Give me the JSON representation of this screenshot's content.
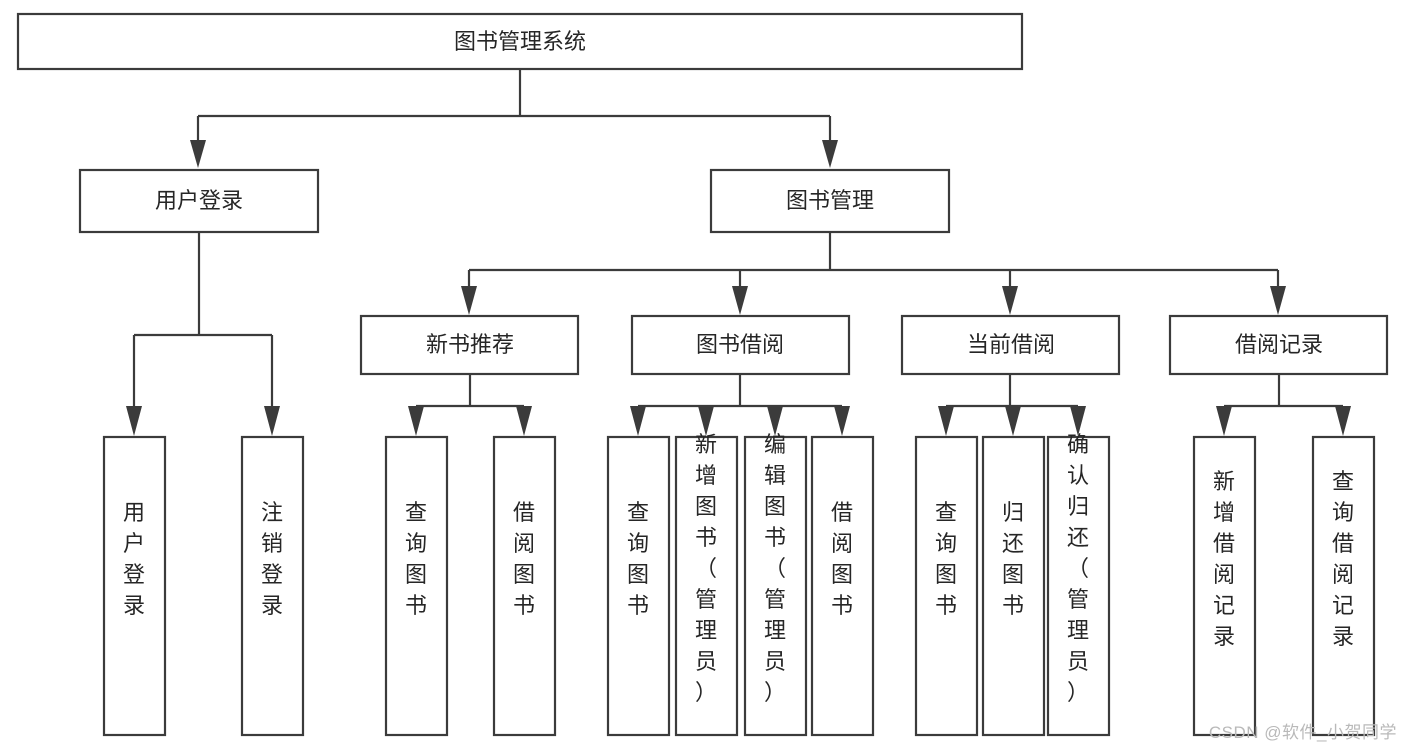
{
  "diagram": {
    "type": "tree-flowchart",
    "orientation": "top-down",
    "root": {
      "id": "root",
      "label": "图书管理系统"
    },
    "level2": [
      {
        "id": "user-login",
        "label": "用户登录"
      },
      {
        "id": "book-manage",
        "label": "图书管理"
      }
    ],
    "level3": [
      {
        "id": "new-book-rec",
        "label": "新书推荐",
        "parent": "book-manage"
      },
      {
        "id": "book-borrow",
        "label": "图书借阅",
        "parent": "book-manage"
      },
      {
        "id": "current-borrow",
        "label": "当前借阅",
        "parent": "book-manage"
      },
      {
        "id": "borrow-record",
        "label": "借阅记录",
        "parent": "book-manage"
      }
    ],
    "leaves": {
      "user-login": [
        {
          "id": "leaf-user-login",
          "label": "用户登录"
        },
        {
          "id": "leaf-logout",
          "label": "注销登录"
        }
      ],
      "new-book-rec": [
        {
          "id": "leaf-query-book-1",
          "label": "查询图书"
        },
        {
          "id": "leaf-borrow-book-1",
          "label": "借阅图书"
        }
      ],
      "book-borrow": [
        {
          "id": "leaf-query-book-2",
          "label": "查询图书"
        },
        {
          "id": "leaf-add-book",
          "label": "新增图书（管理员）"
        },
        {
          "id": "leaf-edit-book",
          "label": "编辑图书（管理员）"
        },
        {
          "id": "leaf-borrow-book-2",
          "label": "借阅图书"
        }
      ],
      "current-borrow": [
        {
          "id": "leaf-query-book-3",
          "label": "查询图书"
        },
        {
          "id": "leaf-return-book",
          "label": "归还图书"
        },
        {
          "id": "leaf-confirm-return",
          "label": "确认归还（管理员）"
        }
      ],
      "borrow-record": [
        {
          "id": "leaf-add-record",
          "label": "新增借阅记录"
        },
        {
          "id": "leaf-query-record",
          "label": "查询借阅记录"
        }
      ]
    },
    "colors": {
      "stroke": "#3b3b3b",
      "fill": "#ffffff",
      "text": "#262626",
      "background": "#ffffff",
      "watermark": "#b9b9b9"
    }
  },
  "watermark": {
    "text": "CSDN @软件_小贺同学"
  }
}
